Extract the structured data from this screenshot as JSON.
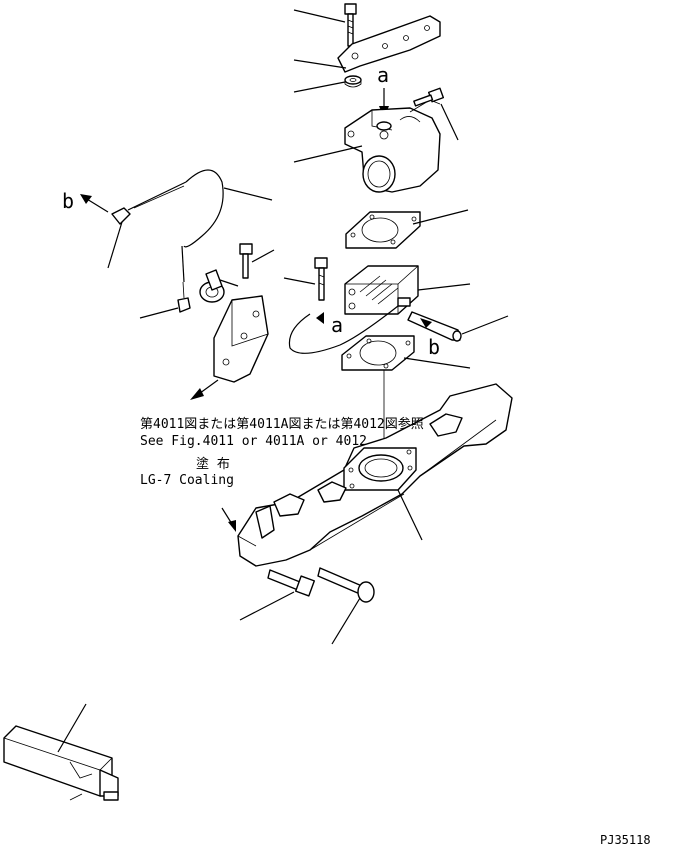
{
  "reference_note": {
    "jp": "第4011図または第4011A図または第4012図参照",
    "en": "See Fig.4011 or 4011A or 4012"
  },
  "coating_note": {
    "jp": "塗 布",
    "en": "LG-7 Coaling"
  },
  "callouts": {
    "a_top": "a",
    "a_mid": "a",
    "b_left": "b",
    "b_right": "b"
  },
  "figure_code": "PJ35118"
}
